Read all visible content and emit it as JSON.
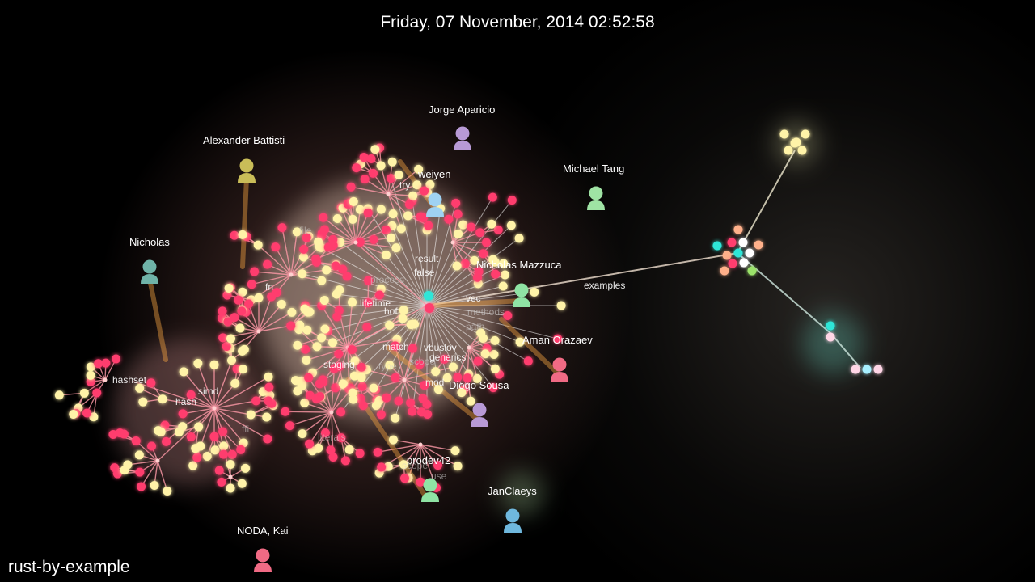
{
  "date_display": "Friday, 07 November, 2014 02:52:58",
  "project_name": "rust-by-example",
  "colors": {
    "background": "#000000",
    "file_red": "#ff3d6e",
    "file_yellow": "#fff3a8",
    "file_cyan": "#2ee6d8",
    "edge": "#ff9aa8",
    "beam": "#f0a040"
  },
  "avatars": [
    {
      "name": "Jorge Aparicio",
      "color": "#b89ad6",
      "icon": "person-icon"
    },
    {
      "name": "Alexander Battisti",
      "color": "#c9bd58",
      "icon": "person-icon"
    },
    {
      "name": "weiyen",
      "color": "#9fd2f2",
      "icon": "person-icon"
    },
    {
      "name": "Michael Tang",
      "color": "#9fe3a4",
      "icon": "person-icon"
    },
    {
      "name": "Nicholas",
      "color": "#6fb3a8",
      "icon": "person-icon"
    },
    {
      "name": "Nicholas Mazzuca",
      "color": "#8fe3a4",
      "icon": "person-icon"
    },
    {
      "name": "Aman Orazaev",
      "color": "#f06a84",
      "icon": "person-icon"
    },
    {
      "name": "Diogo Sousa",
      "color": "#b89ad6",
      "icon": "person-icon"
    },
    {
      "name": "prodev42",
      "color": "#8fe3a4",
      "icon": "person-icon"
    },
    {
      "name": "JanClaeys",
      "color": "#6fb8dd",
      "icon": "person-icon"
    },
    {
      "name": "NODA, Kai",
      "color": "#f06a84",
      "icon": "person-icon"
    }
  ],
  "directory_labels": [
    "result",
    "false",
    "vec",
    "methods",
    "path",
    "examples",
    "try",
    "lifetime",
    "hof",
    "process",
    "fn",
    "file",
    "match",
    "scope",
    "vbuslov",
    "generics",
    "type",
    "staging",
    "mod",
    "hashset",
    "hash",
    "simd",
    "ffi",
    "literals",
    "scope",
    "use"
  ]
}
